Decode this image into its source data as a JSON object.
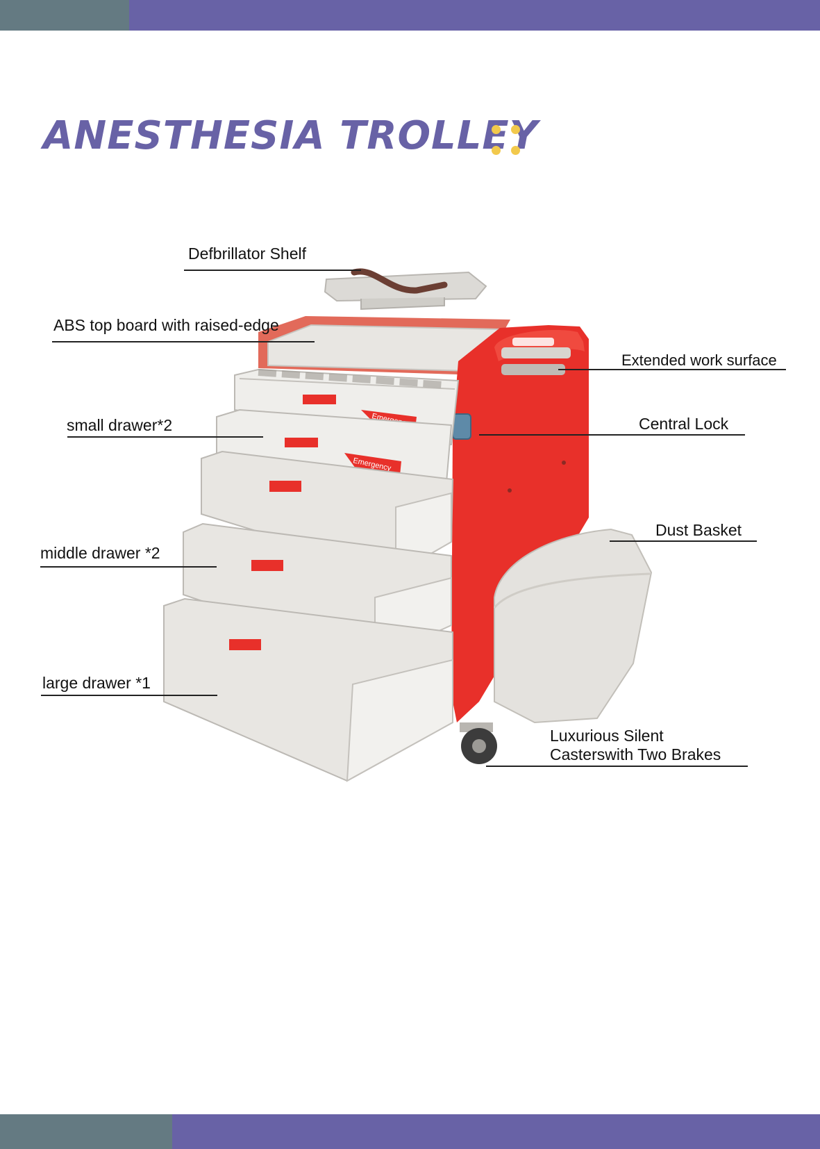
{
  "header": {
    "title": "ANESTHESIA TROLLEY"
  },
  "colors": {
    "band_grey": "#647a82",
    "band_purple": "#6862a6",
    "title": "#6862a6",
    "accent_dots": "#f2c94c",
    "trolley_red": "#e8302a",
    "trolley_grey": "#e4e2de"
  },
  "figure": {
    "subject": "anesthesia trolley",
    "drawer_badge_text": "Emergency"
  },
  "callouts": {
    "defibrillator_shelf": "Defbrillator Shelf",
    "abs_top_board": "ABS top board with raised-edge",
    "extended_work_surface": "Extended work surface",
    "small_drawer": "small drawer*2",
    "central_lock": "Central Lock",
    "dust_basket": "Dust Basket",
    "middle_drawer": "middle drawer *2",
    "large_drawer": "large drawer *1",
    "casters_line1": "Luxurious Silent",
    "casters_line2": "Casterswith Two Brakes"
  }
}
